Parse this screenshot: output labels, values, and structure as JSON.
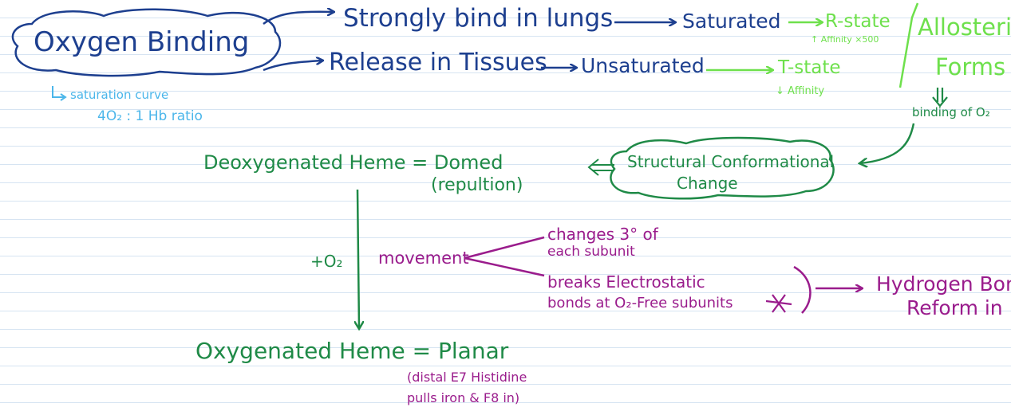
{
  "colors": {
    "navy": "#1d3f8f",
    "lime": "#6ee04c",
    "green": "#1f8a47",
    "purple": "#9a1c8c",
    "sky": "#4bb6ea"
  },
  "title": "Oxygen Binding",
  "saturation_note": {
    "line1": "saturation curve",
    "line2": "4O₂ : 1 Hb ratio"
  },
  "top_branch": {
    "action": "Strongly bind in lungs",
    "state": "Saturated",
    "form": "R-state",
    "affinity": "↑ Affinity ×500"
  },
  "bottom_branch": {
    "action": "Release in Tissues",
    "state": "Unsaturated",
    "form": "T-state",
    "affinity": "↓ Affinity"
  },
  "allosteric": {
    "line1": "Allosteric",
    "line2": "Forms",
    "binding": "binding of O₂"
  },
  "structural": {
    "line1": "Structural Conformational",
    "line2": "Change"
  },
  "deoxy": {
    "label": "Deoxygenated Heme = Domed",
    "note": "(repultion)"
  },
  "plus_o2": "+O₂",
  "movement": "movement",
  "changes": {
    "line1": "changes 3° of",
    "line2": "each subunit"
  },
  "breaks": {
    "line1": "breaks Electrostatic",
    "line2": "bonds at O₂-Free subunits"
  },
  "hydrogen": {
    "line1": "Hydrogen Bonds",
    "line2": "Reform in"
  },
  "oxy": {
    "label": "Oxygenated Heme = Planar",
    "note1": "(distal E7 Histidine",
    "note2": "pulls iron & F8 in)"
  }
}
